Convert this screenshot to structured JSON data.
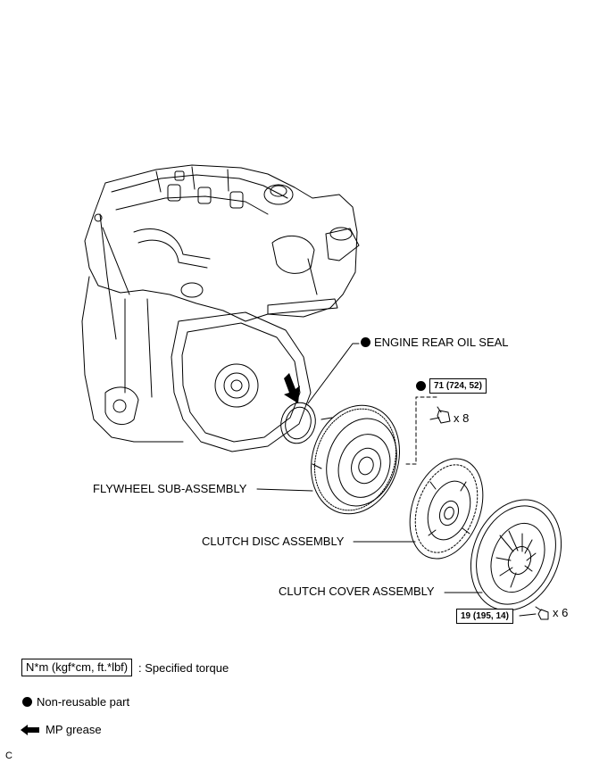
{
  "labels": {
    "engine_rear_oil_seal": "ENGINE REAR OIL SEAL",
    "flywheel": "FLYWHEEL SUB-ASSEMBLY",
    "clutch_disc": "CLUTCH DISC ASSEMBLY",
    "clutch_cover": "CLUTCH COVER ASSEMBLY"
  },
  "torque": {
    "flywheel_bolt": "71 (724, 52)",
    "flywheel_bolt_qty": "x 8",
    "cover_bolt": "19 (195, 14)",
    "cover_bolt_qty": "x 6"
  },
  "legend": {
    "torque_unit": "N*m (kgf*cm, ft.*lbf)",
    "torque_desc": ": Specified torque",
    "nonreusable": "Non-reusable part",
    "grease": "MP grease"
  },
  "corner_mark": "C"
}
